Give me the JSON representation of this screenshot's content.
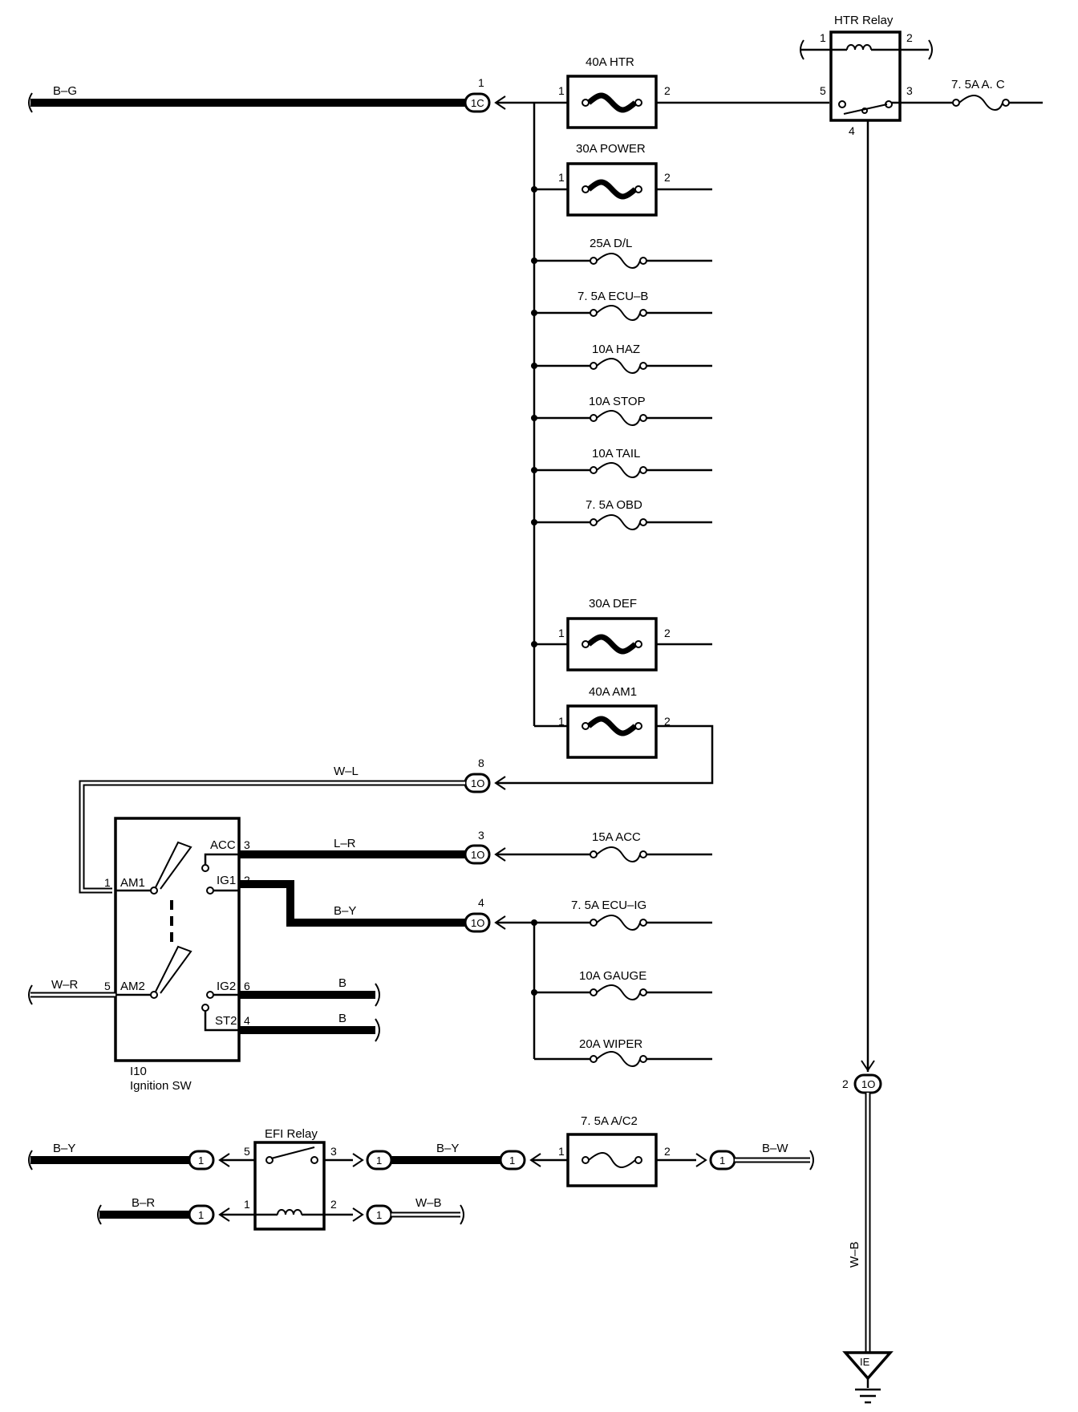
{
  "fuses": {
    "htr": "40A HTR",
    "power": "30A POWER",
    "dl": "25A D/L",
    "ecub": "7. 5A ECU–B",
    "haz": "10A HAZ",
    "stop": "10A STOP",
    "tail": "10A TAIL",
    "obd": "7. 5A OBD",
    "def": "30A DEF",
    "am1": "40A AM1",
    "acc": "15A ACC",
    "ecuig": "7. 5A ECU–IG",
    "gauge": "10A GAUGE",
    "wiper": "20A WIPER",
    "ac": "7. 5A A. C",
    "ac2": "7. 5A A/C2"
  },
  "relays": {
    "htr": "HTR Relay",
    "efi": "EFI Relay"
  },
  "wires": {
    "bg": "B–G",
    "wl": "W–L",
    "lr": "L–R",
    "by": "B–Y",
    "b1": "B",
    "b2": "B",
    "wr": "W–R",
    "by2": "B–Y",
    "by3": "B–Y",
    "bw": "B–W",
    "br": "B–R",
    "wb": "W–B",
    "wb2": "W–B"
  },
  "ignition": {
    "code": "I10",
    "name": "Ignition SW",
    "am1": "AM1",
    "am2": "AM2",
    "acc": "ACC",
    "ig1": "IG1",
    "ig2": "IG2",
    "st2": "ST2"
  },
  "connectors": {
    "c1c": "1C",
    "c1o": "1O",
    "c1": "1",
    "ground": "IE"
  },
  "pins": {
    "p1": "1",
    "p2": "2",
    "p3": "3",
    "p4": "4",
    "p5": "5",
    "p6": "6",
    "p8": "8"
  }
}
